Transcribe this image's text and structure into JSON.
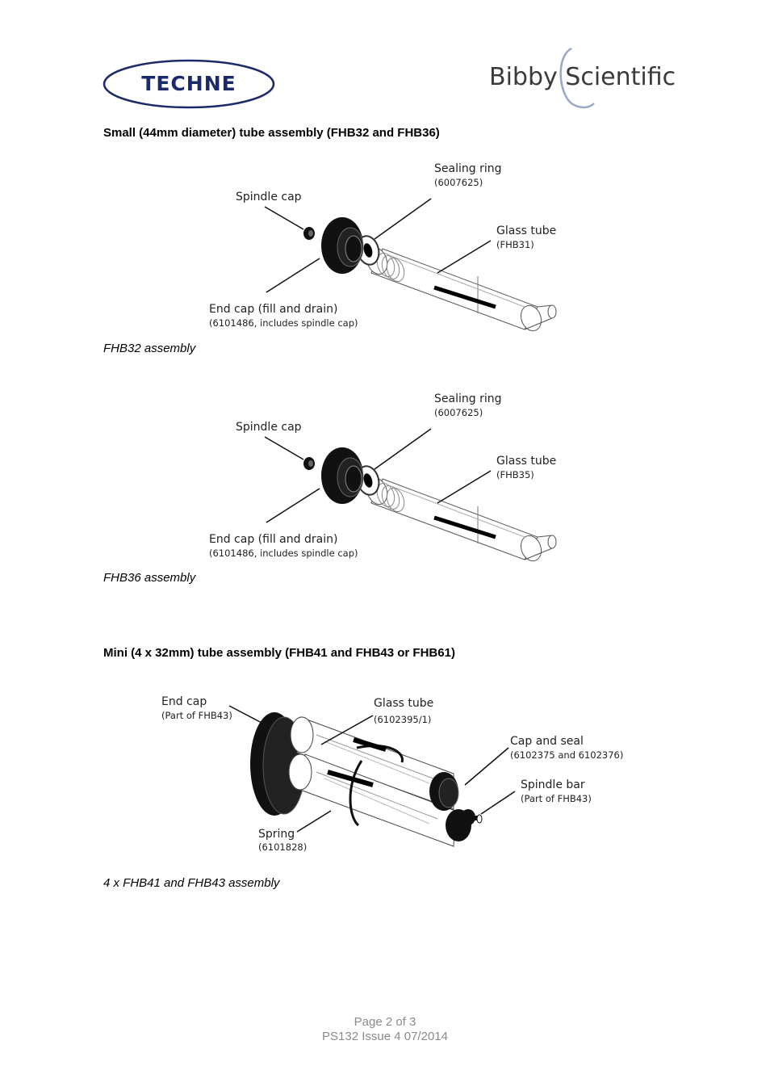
{
  "logos": {
    "techne_text": "TECHNE",
    "bibby_text": "Bibby Scientific"
  },
  "section1": {
    "heading": "Small (44mm diameter) tube assembly (FHB32 and FHB36)",
    "diagram1": {
      "spindle_cap": "Spindle cap",
      "sealing_ring": "Sealing ring",
      "sealing_ring_code": "(6007625)",
      "glass_tube": "Glass tube",
      "glass_tube_code": "(FHB31)",
      "end_cap": "End cap (fill and drain)",
      "end_cap_code": "(6101486, includes spindle cap)",
      "caption": "FHB32 assembly"
    },
    "diagram2": {
      "spindle_cap": "Spindle cap",
      "sealing_ring": "Sealing ring",
      "sealing_ring_code": "(6007625)",
      "glass_tube": "Glass tube",
      "glass_tube_code": "(FHB35)",
      "end_cap": "End cap (fill and drain)",
      "end_cap_code": "(6101486, includes spindle cap)",
      "caption": "FHB36 assembly"
    }
  },
  "section2": {
    "heading": "Mini (4 x 32mm) tube assembly (FHB41 and FHB43 or FHB61)",
    "diagram3": {
      "end_cap": "End cap",
      "end_cap_code": "(Part of FHB43)",
      "glass_tube": "Glass tube",
      "glass_tube_code": "(6102395/1)",
      "cap_and_seal": "Cap and seal",
      "cap_and_seal_code": "(6102375 and 6102376)",
      "spindle_bar": "Spindle bar",
      "spindle_bar_code": "(Part of FHB43)",
      "spring": "Spring",
      "spring_code": "(6101828)",
      "caption": "4 x FHB41 and FHB43 assembly"
    }
  },
  "footer": {
    "page": "Page 2 of 3",
    "issue": "PS132 Issue 4 07/2014"
  },
  "colors": {
    "techne_blue": "#1b2a6b",
    "footer_grey": "#8a8a8a"
  }
}
